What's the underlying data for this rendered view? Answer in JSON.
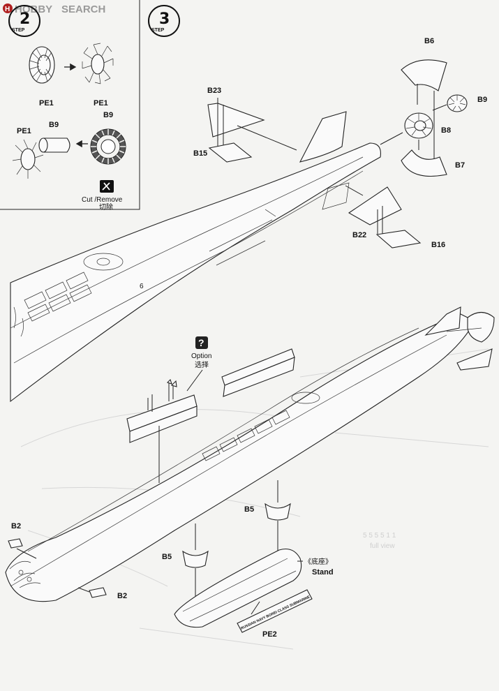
{
  "watermark": {
    "brand": "HOBBY",
    "suffix": "SEARCH"
  },
  "step_prev": {
    "label": "STEP",
    "number": "2"
  },
  "step_main": {
    "label": "STEP",
    "number": "3"
  },
  "parts": {
    "pe1_a": "PE1",
    "pe1_b": "PE1",
    "pe1_c": "PE1",
    "b9_a": "B9",
    "b9_b": "B9",
    "b9_c": "B9",
    "b6": "B6",
    "b8": "B8",
    "b7": "B7",
    "b23": "B23",
    "b15": "B15",
    "b22": "B22",
    "b16": "B16",
    "b2_a": "B2",
    "b2_b": "B2",
    "b5_a": "B5",
    "b5_b": "B5",
    "pe2": "PE2"
  },
  "notes": {
    "cut_remove": "Cut /Remove",
    "cut_remove_cn": "切除",
    "option": "Option",
    "option_cn": "选择",
    "option_mark": "?",
    "stand_cn": "《底座》",
    "stand": "Stand",
    "plate_text": "RUSSIAN NAVY BOREI CLASS SUBMARINE"
  },
  "icons": {
    "scissors": "scissors-icon",
    "question": "question-icon",
    "arrow": "arrow-icon"
  }
}
